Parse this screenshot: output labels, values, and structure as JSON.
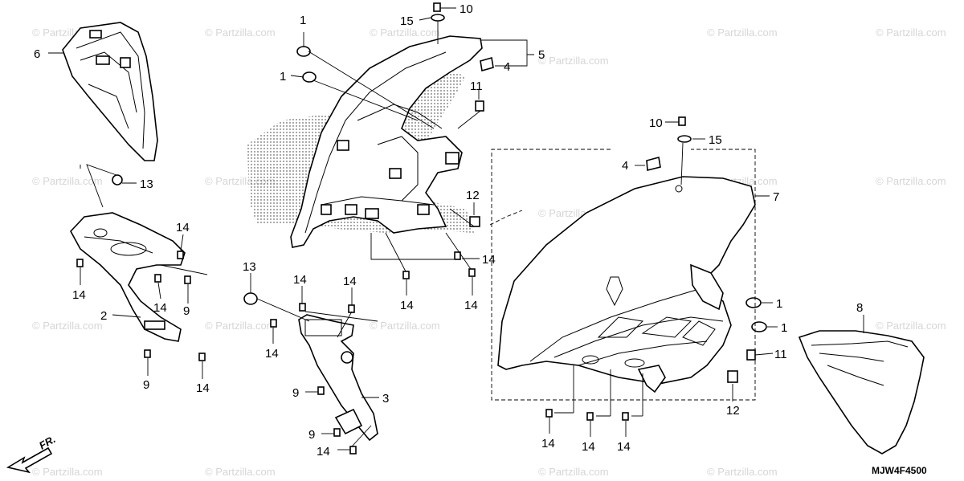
{
  "diagram": {
    "code": "MJW4F4500",
    "direction_label": "FR.",
    "watermark": "© Partzilla.com",
    "callouts": [
      {
        "id": "c1a",
        "label": "1"
      },
      {
        "id": "c1b",
        "label": "1"
      },
      {
        "id": "c1c",
        "label": "1"
      },
      {
        "id": "c1d",
        "label": "1"
      },
      {
        "id": "c2",
        "label": "2"
      },
      {
        "id": "c3",
        "label": "3"
      },
      {
        "id": "c4a",
        "label": "4"
      },
      {
        "id": "c4b",
        "label": "4"
      },
      {
        "id": "c5",
        "label": "5"
      },
      {
        "id": "c6",
        "label": "6"
      },
      {
        "id": "c7",
        "label": "7"
      },
      {
        "id": "c8",
        "label": "8"
      },
      {
        "id": "c9a",
        "label": "9"
      },
      {
        "id": "c9b",
        "label": "9"
      },
      {
        "id": "c9c",
        "label": "9"
      },
      {
        "id": "c9d",
        "label": "9"
      },
      {
        "id": "c10a",
        "label": "10"
      },
      {
        "id": "c10b",
        "label": "10"
      },
      {
        "id": "c11a",
        "label": "11"
      },
      {
        "id": "c11b",
        "label": "11"
      },
      {
        "id": "c12a",
        "label": "12"
      },
      {
        "id": "c12b",
        "label": "12"
      },
      {
        "id": "c13a",
        "label": "13"
      },
      {
        "id": "c13b",
        "label": "13"
      },
      {
        "id": "c14a",
        "label": "14"
      },
      {
        "id": "c14b",
        "label": "14"
      },
      {
        "id": "c14c",
        "label": "14"
      },
      {
        "id": "c14d",
        "label": "14"
      },
      {
        "id": "c14e",
        "label": "14"
      },
      {
        "id": "c14f",
        "label": "14"
      },
      {
        "id": "c14g",
        "label": "14"
      },
      {
        "id": "c14h",
        "label": "14"
      },
      {
        "id": "c14i",
        "label": "14"
      },
      {
        "id": "c14j",
        "label": "14"
      },
      {
        "id": "c14k",
        "label": "14"
      },
      {
        "id": "c14l",
        "label": "14"
      },
      {
        "id": "c14m",
        "label": "14"
      },
      {
        "id": "c14n",
        "label": "14"
      },
      {
        "id": "c15a",
        "label": "15"
      },
      {
        "id": "c15b",
        "label": "15"
      }
    ]
  }
}
